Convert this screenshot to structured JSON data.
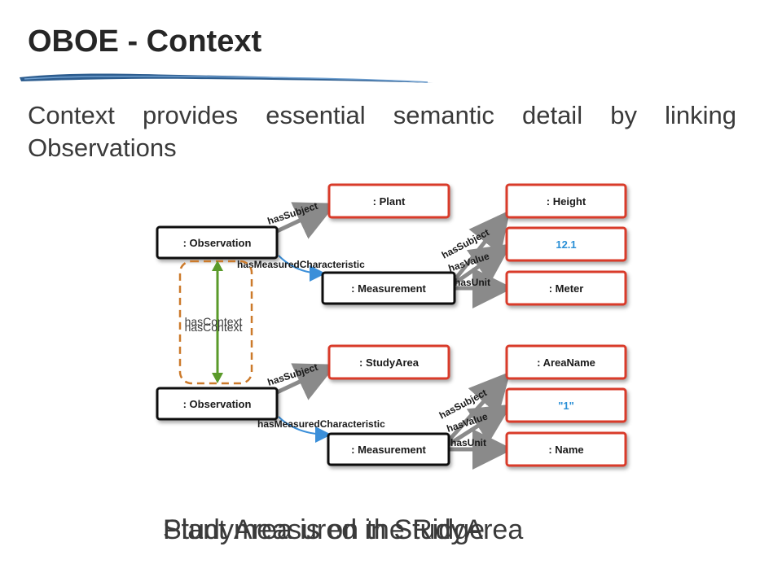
{
  "slide": {
    "title": "OBOE - Context",
    "subtitle": "Context provides essential semantic detail by linking Observations",
    "caption_a": "Plant measured in StudyArea",
    "caption_b": "StudyArea is on the Ridge"
  },
  "diagram": {
    "context_label": "hasContext",
    "colors": {
      "black_box": "#111111",
      "red_box": "#d93a2b",
      "value_text": "#2a8fd6",
      "context_arrow": "#5a9a2a",
      "context_box": "#cc7a2b",
      "link": "#3b8fd9"
    },
    "top": {
      "observation": ": Observation",
      "measurement": ": Measurement",
      "subject": ": Plant",
      "characteristic": ": Height",
      "value": "12.1",
      "unit": ": Meter",
      "edges": {
        "hasSubject": "hasSubject",
        "hasMeasuredCharacteristic": "hasMeasuredCharacteristic",
        "m_hasSubject": "hasSubject",
        "hasValue": "hasValue",
        "hasUnit": "hasUnit"
      }
    },
    "bottom": {
      "observation": ": Observation",
      "measurement": ": Measurement",
      "subject": ": StudyArea",
      "characteristic": ": AreaName",
      "value": "\"1\"",
      "unit": ": Name",
      "edges": {
        "hasSubject": "hasSubject",
        "hasMeasuredCharacteristic": "hasMeasuredCharacteristic",
        "m_hasSubject": "hasSubject",
        "hasValue": "hasValue",
        "hasUnit": "hasUnit"
      }
    }
  }
}
